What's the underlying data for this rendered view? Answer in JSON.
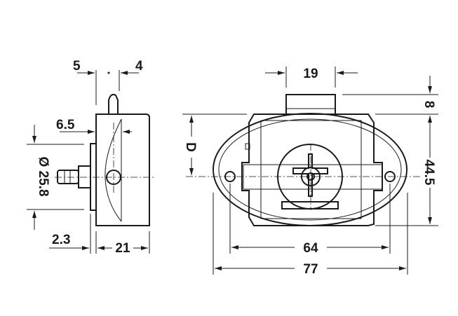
{
  "drawing": {
    "side_view": {
      "dim_latch_offset": "5",
      "dim_latch_width": "4",
      "dim_cam": "6.5",
      "dim_diameter": "Ø 25.8",
      "dim_flange": "2.3",
      "dim_depth": "21"
    },
    "front_view": {
      "dim_bolt_width": "19",
      "dim_bolt_height": "8",
      "dim_backset": "D",
      "dim_height": "44.5",
      "dim_hole_spacing": "64",
      "dim_width": "77"
    }
  }
}
